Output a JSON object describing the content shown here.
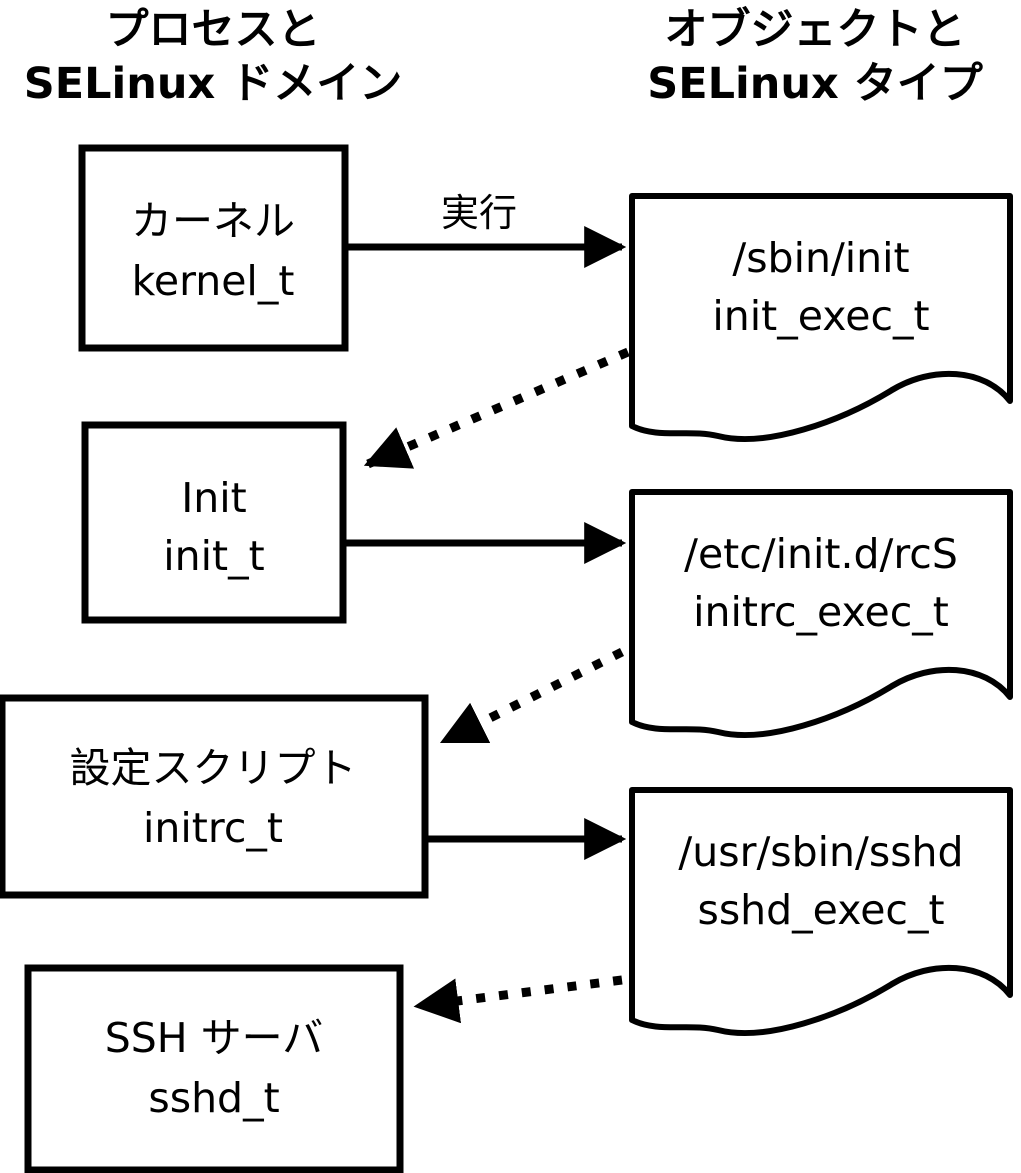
{
  "headers": {
    "left": {
      "line1": "プロセスと",
      "line2": "SELinux ドメイン"
    },
    "right": {
      "line1": "オブジェクトと",
      "line2": "SELinux タイプ"
    }
  },
  "process_boxes": [
    {
      "label": "カーネル",
      "domain": "kernel_t"
    },
    {
      "label": "Init",
      "domain": "init_t"
    },
    {
      "label": "設定スクリプト",
      "domain": "initrc_t"
    },
    {
      "label": "SSH サーバ",
      "domain": "sshd_t"
    }
  ],
  "object_docs": [
    {
      "path": "/sbin/init",
      "type": "init_exec_t"
    },
    {
      "path": "/etc/init.d/rcS",
      "type": "initrc_exec_t"
    },
    {
      "path": "/usr/sbin/sshd",
      "type": "sshd_exec_t"
    }
  ],
  "edge_labels": {
    "execute": "実行"
  },
  "colors": {
    "line": "#000000",
    "background": "#ffffff",
    "text": "#000000"
  }
}
